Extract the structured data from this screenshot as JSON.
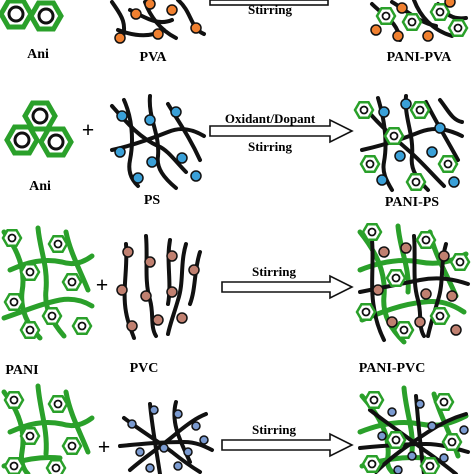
{
  "rows": [
    {
      "left_label": "Ani",
      "middle_label": "PVA",
      "arrow_top": "",
      "arrow_bottom": "Stirring",
      "product_label": "PANI-PVA",
      "particle_color": "#f08030"
    },
    {
      "left_label": "Ani",
      "middle_label": "PS",
      "arrow_top": "Oxidant/Dopant",
      "arrow_bottom": "Stirring",
      "product_label": "PANI-PS",
      "particle_color": "#3aa0d8"
    },
    {
      "left_label": "PANI",
      "middle_label": "PVC",
      "arrow_top": "Stirring",
      "arrow_bottom": "",
      "product_label": "PANI-PVC",
      "particle_color": "#c08070"
    },
    {
      "left_label": "",
      "middle_label": "",
      "arrow_top": "Stirring",
      "arrow_bottom": "",
      "product_label": "",
      "particle_color": "#7a9ad0"
    }
  ],
  "plus_sign": "+",
  "colors": {
    "ring": "#2aa02a",
    "chain": "#111111",
    "pani_chain": "#2aa02a"
  }
}
